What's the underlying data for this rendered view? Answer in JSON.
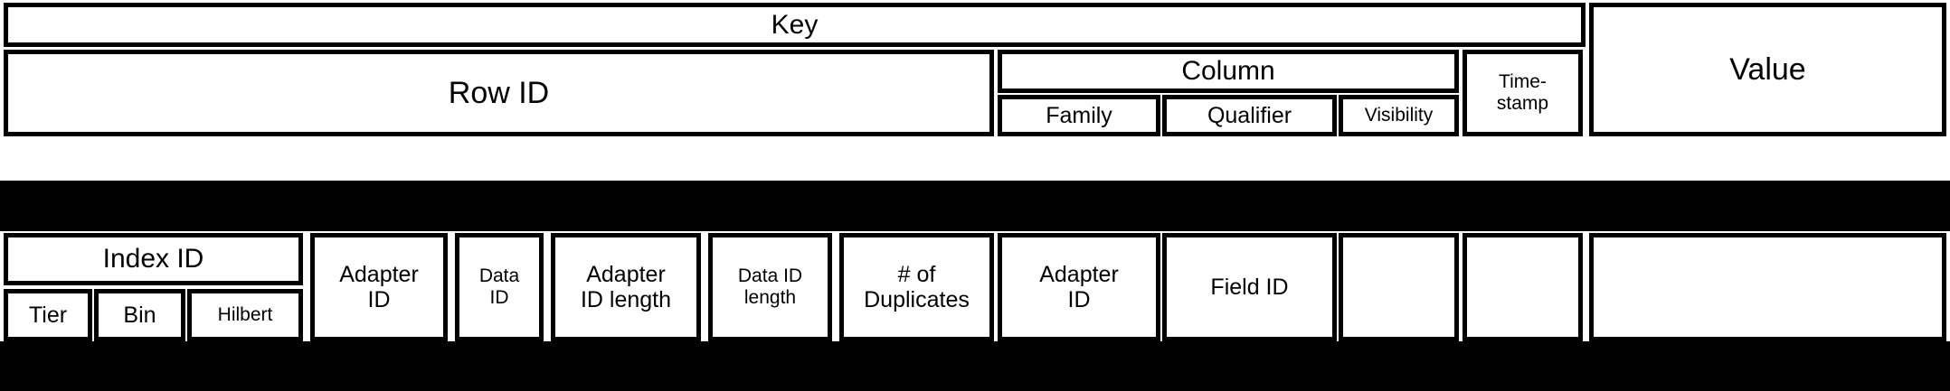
{
  "diagram": {
    "title": "Accumulo key-value structure mapped to GeoWave index row layout",
    "colors": {
      "stroke": "#000000",
      "fill": "#ffffff",
      "band": "#000000"
    },
    "top": {
      "key_header": "Key",
      "value_header": "Value",
      "row_id": "Row ID",
      "column": "Column",
      "timestamp": "Time-\nstamp",
      "column_parts": [
        {
          "label": "Family"
        },
        {
          "label": "Qualifier"
        },
        {
          "label": "Visibility"
        }
      ]
    },
    "bottom": {
      "index_id": "Index ID",
      "index_parts": [
        {
          "label": "Tier"
        },
        {
          "label": "Bin"
        },
        {
          "label": "Hilbert"
        }
      ],
      "fields": [
        {
          "label": "Adapter\nID"
        },
        {
          "label": "Data\nID"
        },
        {
          "label": "Adapter\nID length"
        },
        {
          "label": "Data ID\nlength"
        },
        {
          "label": "# of\nDuplicates"
        },
        {
          "label": "Adapter\nID"
        },
        {
          "label": "Field ID"
        },
        {
          "label": ""
        },
        {
          "label": ""
        },
        {
          "label": ""
        }
      ]
    }
  }
}
